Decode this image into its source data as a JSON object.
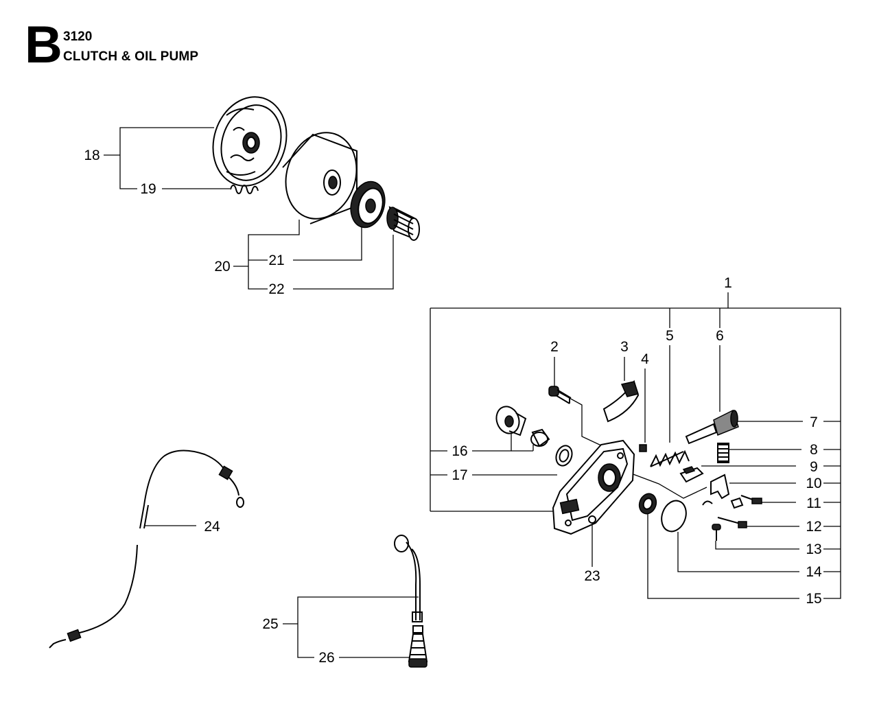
{
  "header": {
    "section_letter": "B",
    "code": "3120",
    "title": "CLUTCH & OIL PUMP"
  },
  "callouts": {
    "c1": "1",
    "c2": "2",
    "c3": "3",
    "c4": "4",
    "c5": "5",
    "c6": "6",
    "c7": "7",
    "c8": "8",
    "c9": "9",
    "c10": "10",
    "c11": "11",
    "c12": "12",
    "c13": "13",
    "c14": "14",
    "c15": "15",
    "c16": "16",
    "c17": "17",
    "c18": "18",
    "c19": "19",
    "c20": "20",
    "c21": "21",
    "c22": "22",
    "c23": "23",
    "c24": "24",
    "c25": "25",
    "c26": "26"
  },
  "parts": [
    "clutch-assembly-icon",
    "clutch-spring-icon",
    "clutch-drum-icon",
    "rim-sprocket-icon",
    "needle-bearing-icon",
    "oil-pump-housing-icon",
    "screw-icon",
    "guide-plate-icon",
    "spring-icon",
    "pump-piston-icon",
    "worm-gear-icon",
    "o-ring-icon",
    "washer-icon",
    "bracket-icon",
    "oil-hose-icon",
    "oil-filter-icon"
  ]
}
